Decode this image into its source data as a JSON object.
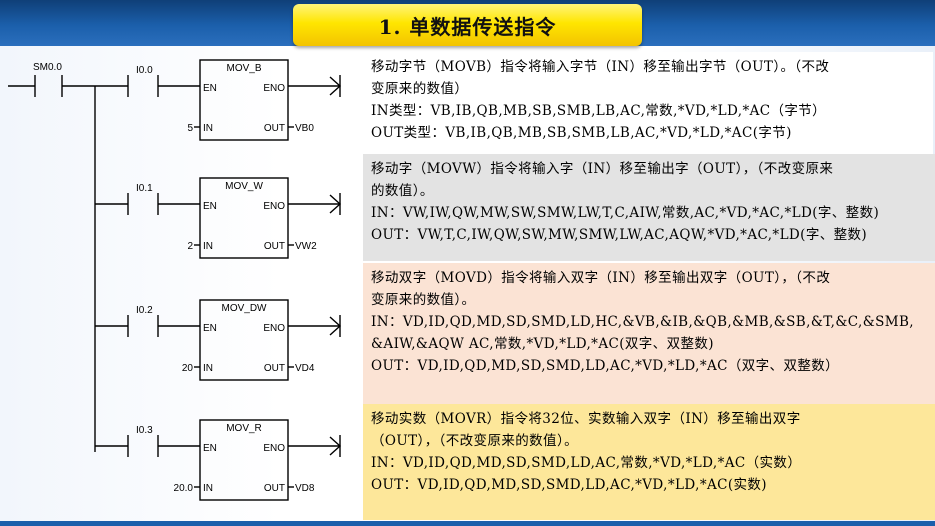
{
  "header": {
    "title": "1. 单数据传送指令"
  },
  "ladder": {
    "main_contact": "SM0.0",
    "in_pin": "IN",
    "en_pin": "EN",
    "eno_pin": "ENO",
    "out_pin": "OUT",
    "rungs": [
      {
        "contact": "I0.0",
        "block": "MOV_B",
        "in_value": "5",
        "out_value": "VB0"
      },
      {
        "contact": "I0.1",
        "block": "MOV_W",
        "in_value": "2",
        "out_value": "VW2"
      },
      {
        "contact": "I0.2",
        "block": "MOV_DW",
        "in_value": "20",
        "out_value": "VD4"
      },
      {
        "contact": "I0.3",
        "block": "MOV_R",
        "in_value": "20.0",
        "out_value": "VD8"
      }
    ]
  },
  "descriptions": [
    {
      "lines": [
        "移动字节（MOVB）指令将输入字节（IN）移至输出字节（OUT）。（不改",
        "变原来的数值）",
        "IN类型：VB,IB,QB,MB,SB,SMB,LB,AC,常数,*VD,*LD,*AC（字节）",
        "OUT类型：VB,IB,QB,MB,SB,SMB,LB,AC,*VD,*LD,*AC(字节)"
      ]
    },
    {
      "lines": [
        "移动字（MOVW）指令将输入字（IN）移至输出字（OUT），（不改变原来",
        "的数值）。",
        "IN：VW,IW,QW,MW,SW,SMW,LW,T,C,AIW,常数,AC,*VD,*AC,*LD(字、整数)",
        "OUT：VW,T,C,IW,QW,SW,MW,SMW,LW,AC,AQW,*VD,*AC,*LD(字、整数)"
      ]
    },
    {
      "lines": [
        "移动双字（MOVD）指令将输入双字（IN）移至输出双字（OUT），（不改",
        "变原来的数值）。",
        "IN：VD,ID,QD,MD,SD,SMD,LD,HC,&VB,&IB,&QB,&MB,&SB,&T,&C,&SMB,",
        "&AIW,&AQW AC,常数,*VD,*LD,*AC(双字、双整数)",
        "OUT：VD,ID,QD,MD,SD,SMD,LD,AC,*VD,*LD,*AC（双字、双整数）"
      ]
    },
    {
      "lines": [
        "移动实数（MOVR）指令将32位、实数输入双字（IN）移至输出双字",
        "（OUT），（不改变原来的数值）。",
        "IN：VD,ID,QD,MD,SD,SMD,LD,AC,常数,*VD,*LD,*AC（实数）",
        "OUT：VD,ID,QD,MD,SD,SMD,LD,AC,*VD,*LD,*AC(实数)"
      ]
    }
  ]
}
